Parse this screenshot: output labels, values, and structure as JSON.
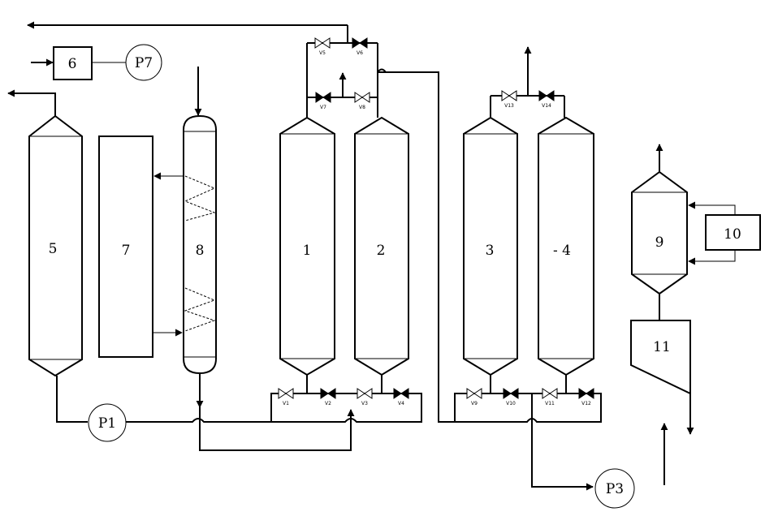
{
  "labels": {
    "vessel_1": "1",
    "vessel_2": "2",
    "vessel_3": "3",
    "vessel_4": "- 4",
    "vessel_5": "5",
    "box_6": "6",
    "column_7": "7",
    "column_8": "8",
    "vessel_9": "9",
    "box_10": "10",
    "unit_11": "11",
    "pump_p1": "P1",
    "pump_p3": "P3",
    "pump_p7": "P7"
  },
  "valves": [
    {
      "id": "v1",
      "label": "V1",
      "state": "open"
    },
    {
      "id": "v2",
      "label": "V2",
      "state": "closed"
    },
    {
      "id": "v3",
      "label": "V3",
      "state": "open"
    },
    {
      "id": "v4",
      "label": "V4",
      "state": "closed"
    },
    {
      "id": "v5",
      "label": "V5",
      "state": "open"
    },
    {
      "id": "v6",
      "label": "V6",
      "state": "closed"
    },
    {
      "id": "v7",
      "label": "V7",
      "state": "closed"
    },
    {
      "id": "v8",
      "label": "V8",
      "state": "open"
    },
    {
      "id": "v9",
      "label": "V9",
      "state": "open"
    },
    {
      "id": "v10",
      "label": "V10",
      "state": "closed"
    },
    {
      "id": "v11",
      "label": "V11",
      "state": "open"
    },
    {
      "id": "v12",
      "label": "V12",
      "state": "closed"
    },
    {
      "id": "v13",
      "label": "V13",
      "state": "open"
    },
    {
      "id": "v14",
      "label": "V14",
      "state": "closed"
    }
  ]
}
